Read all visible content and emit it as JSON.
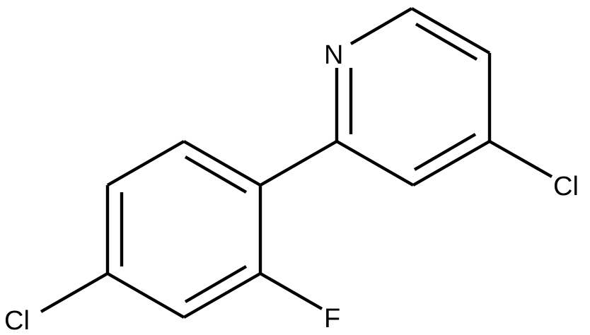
{
  "molecule": {
    "atoms": {
      "nitrogen": "N",
      "chlorine_pyridine": "Cl",
      "chlorine_phenyl": "Cl",
      "fluorine": "F"
    }
  },
  "colors": {
    "bond": "#000000",
    "label": "#000000",
    "background": "#ffffff"
  }
}
